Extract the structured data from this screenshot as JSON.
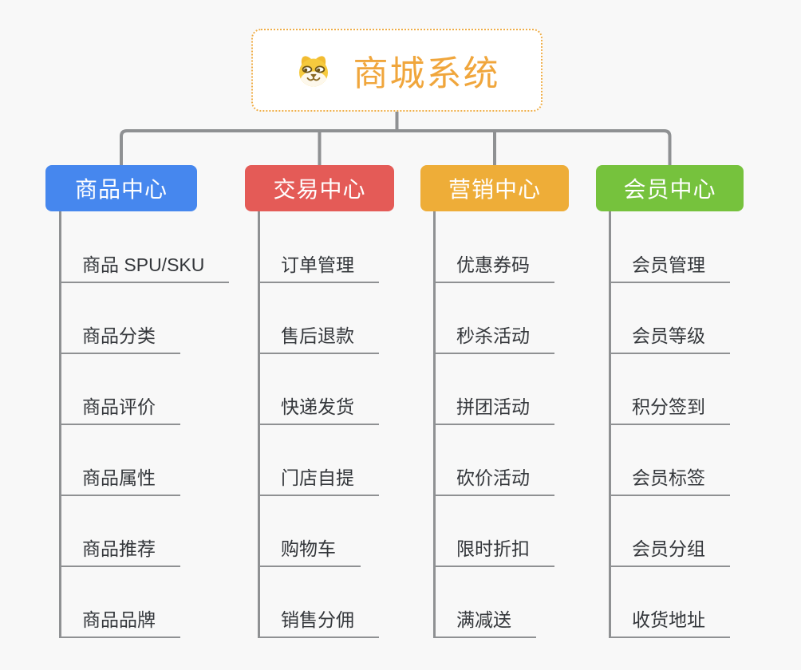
{
  "root": {
    "title": "商城系统",
    "icon": "doge-face-icon",
    "text_color": "#f0a63c",
    "border_color": "#efae49"
  },
  "connector_color": "#8f9193",
  "background_color": "#f8f8f8",
  "leaf_text_color": "#34373b",
  "branches": [
    {
      "label": "商品中心",
      "color": "#4687ee",
      "items": [
        "商品 SPU/SKU",
        "商品分类",
        "商品评价",
        "商品属性",
        "商品推荐",
        "商品品牌"
      ]
    },
    {
      "label": "交易中心",
      "color": "#e45b57",
      "items": [
        "订单管理",
        "售后退款",
        "快递发货",
        "门店自提",
        "购物车",
        "销售分佣"
      ]
    },
    {
      "label": "营销中心",
      "color": "#eead38",
      "items": [
        "优惠券码",
        "秒杀活动",
        "拼团活动",
        "砍价活动",
        "限时折扣",
        "满减送"
      ]
    },
    {
      "label": "会员中心",
      "color": "#76c23d",
      "items": [
        "会员管理",
        "会员等级",
        "积分签到",
        "会员标签",
        "会员分组",
        "收货地址"
      ]
    }
  ]
}
